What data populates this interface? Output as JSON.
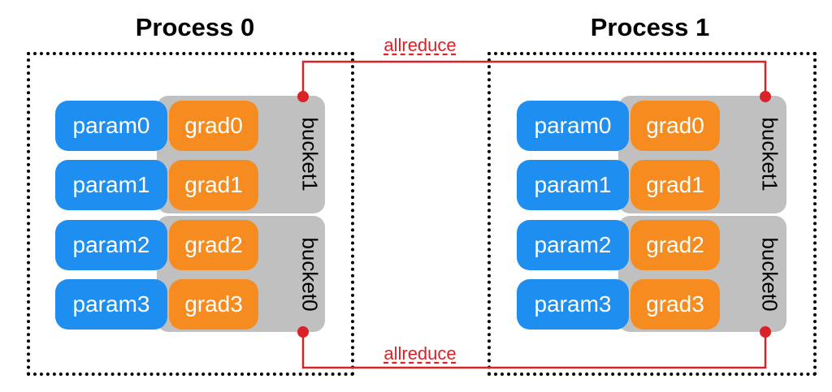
{
  "processes": [
    {
      "title": "Process 0"
    },
    {
      "title": "Process 1"
    }
  ],
  "rows": [
    {
      "param": "param0",
      "grad": "grad0"
    },
    {
      "param": "param1",
      "grad": "grad1"
    },
    {
      "param": "param2",
      "grad": "grad2"
    },
    {
      "param": "param3",
      "grad": "grad3"
    }
  ],
  "buckets": {
    "top": "bucket1",
    "bottom": "bucket0"
  },
  "allreduce": {
    "top": "allreduce",
    "bottom": "allreduce"
  },
  "colors": {
    "param": "#1f8ef1",
    "grad": "#f68b1f",
    "bucket": "#c0c0c0",
    "connector": "#d92328"
  }
}
